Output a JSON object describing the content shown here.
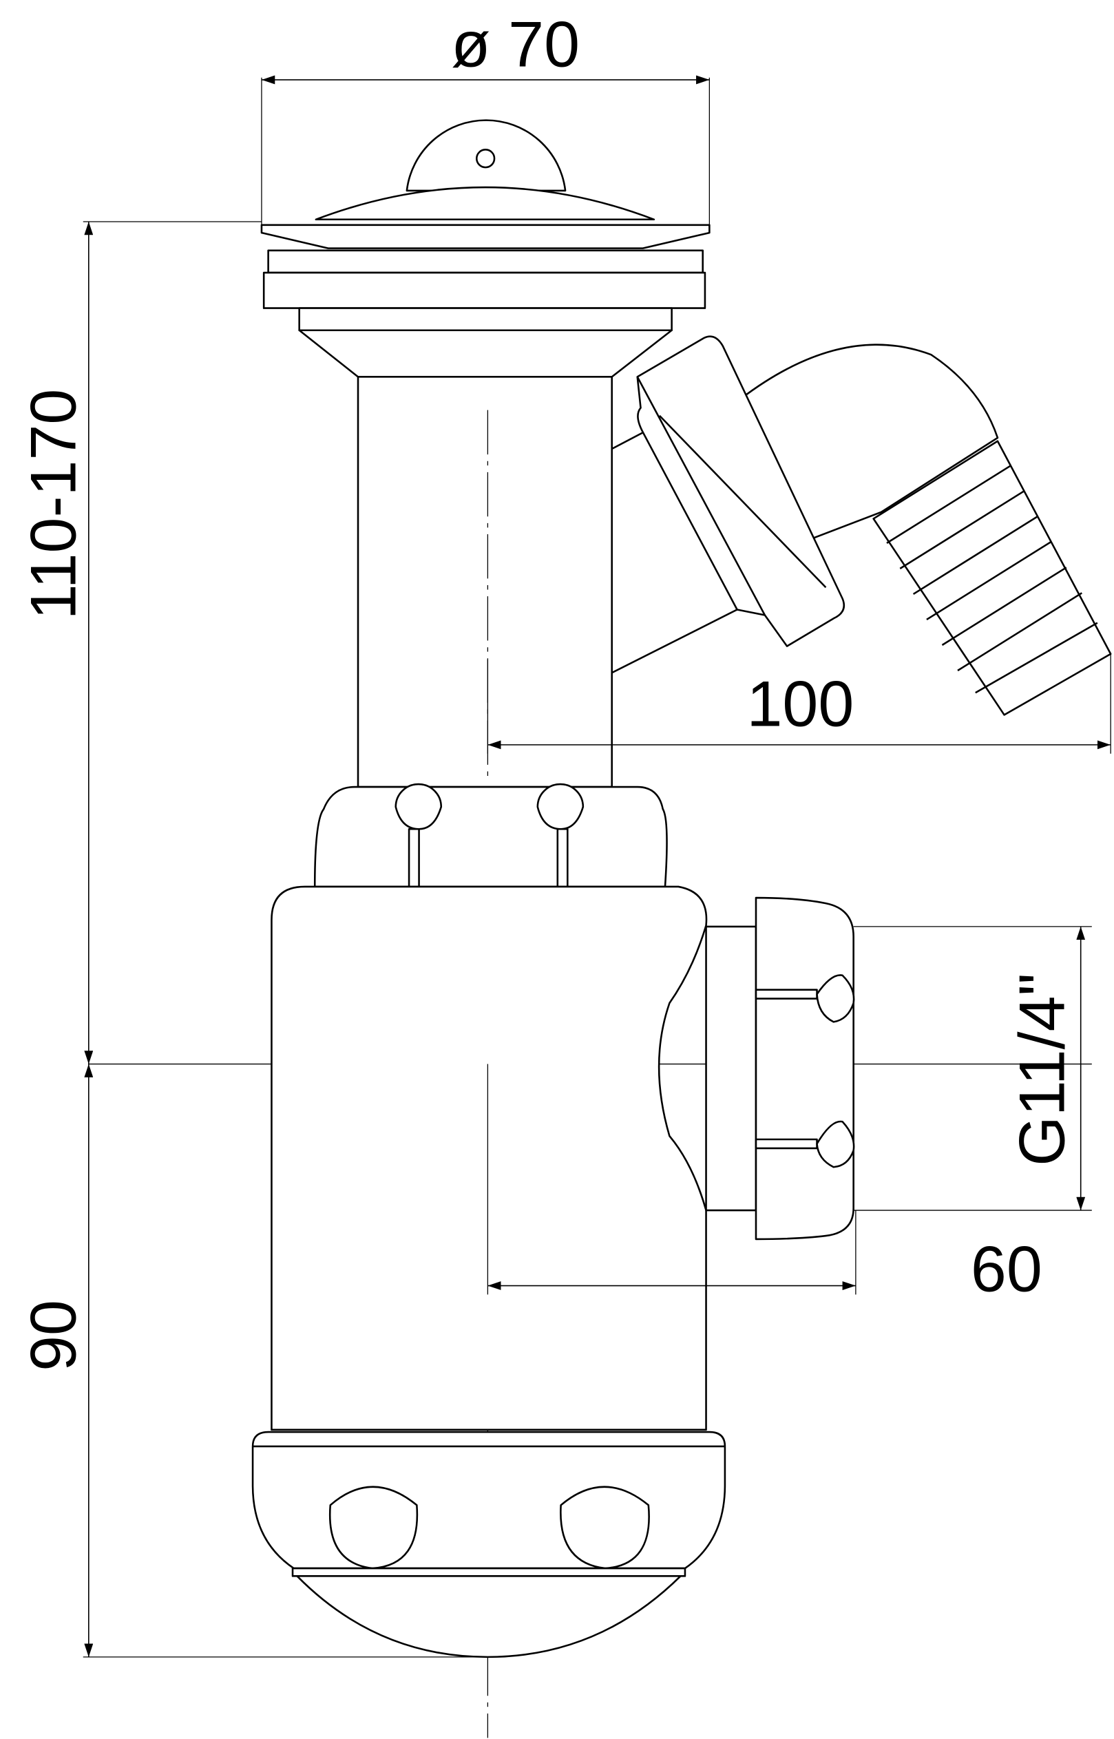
{
  "title": "Sink siphon technical drawing",
  "dimensions": {
    "diameter": "ø 70",
    "height_range": "110-170",
    "outlet_offset": "100",
    "thread": "G11/4\"",
    "side_offset": "60",
    "bottom_height": "90"
  },
  "colors": {
    "line": "#000000",
    "background": "#ffffff"
  }
}
